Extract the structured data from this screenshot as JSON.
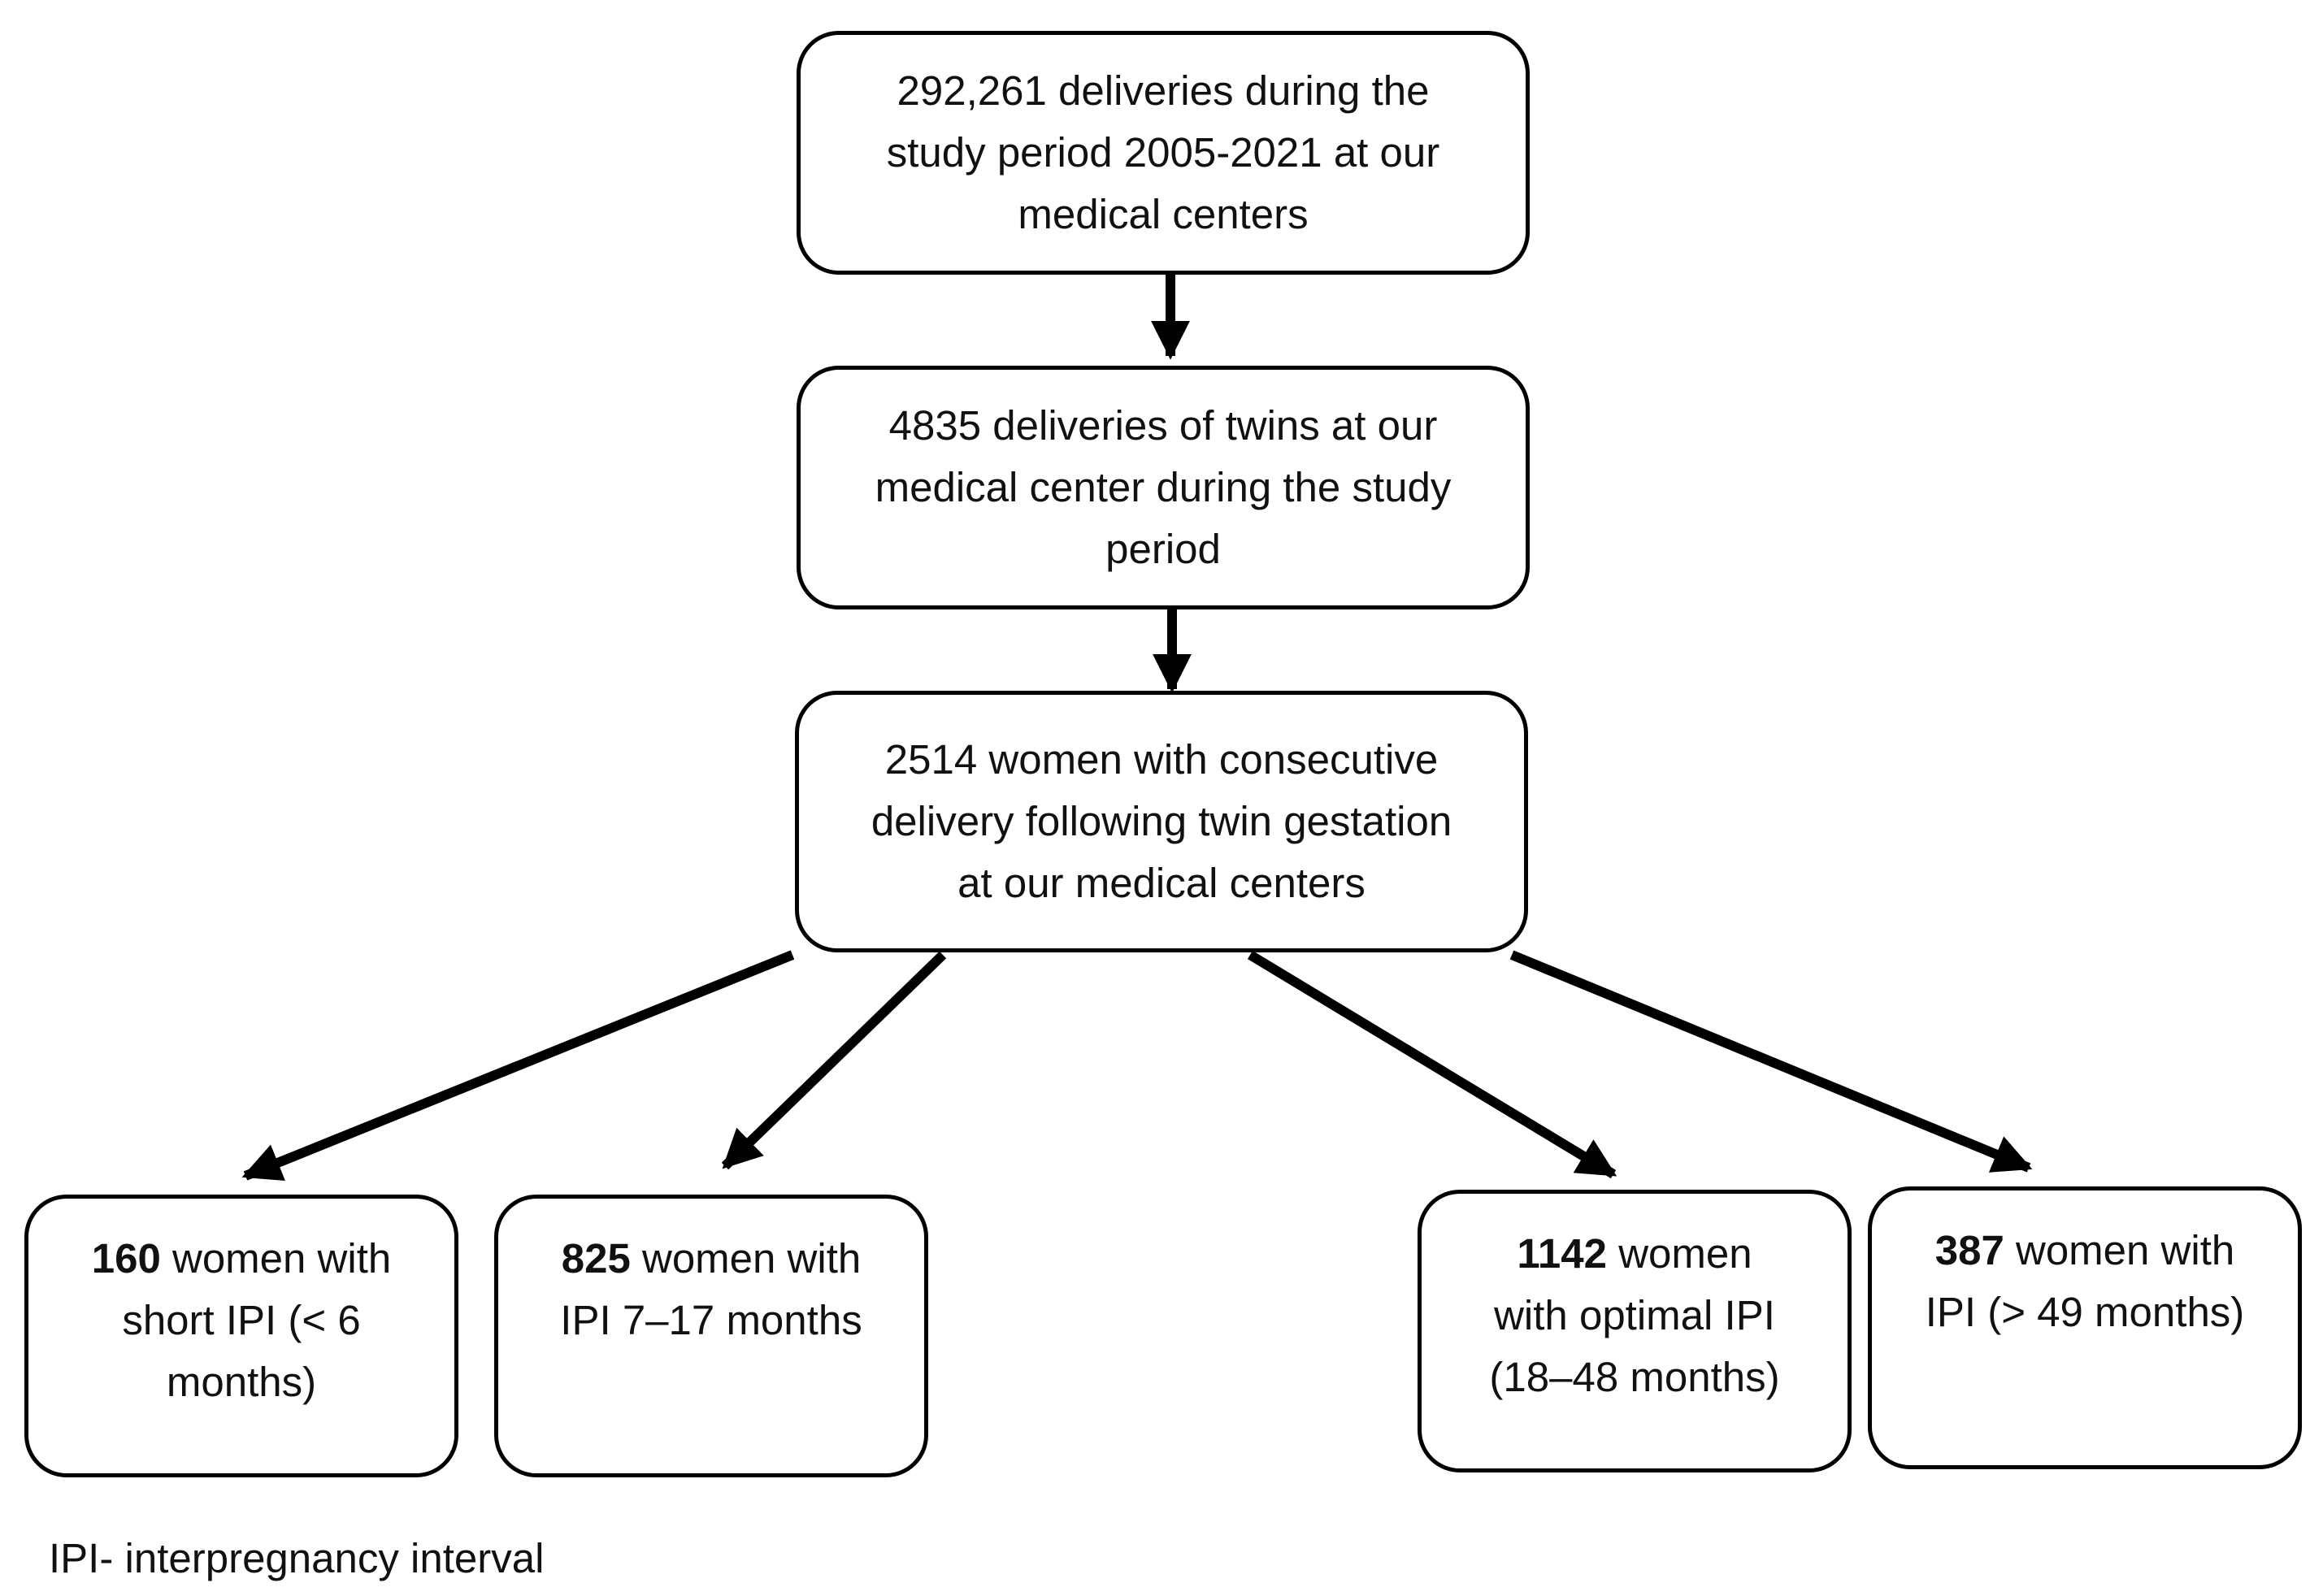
{
  "flow": {
    "total_deliveries": {
      "lines": [
        "292,261 deliveries during the",
        "study period 2005-2021 at our",
        "medical centers"
      ]
    },
    "twin_deliveries": {
      "lines": [
        "4835 deliveries of twins at our",
        "medical center during the study",
        "period"
      ]
    },
    "consecutive_deliveries": {
      "lines": [
        "2514 women with consecutive",
        "delivery following twin gestation",
        "at our medical centers"
      ]
    },
    "groups": [
      {
        "count": "160",
        "line1_rest": " women with",
        "lines": [
          "short IPI (< 6",
          "months)"
        ]
      },
      {
        "count": "825",
        "line1_rest": " women with",
        "lines": [
          "IPI 7–17 months"
        ]
      },
      {
        "count": "1142",
        "line1_rest": " women",
        "lines": [
          "with optimal IPI",
          "(18–48 months)"
        ]
      },
      {
        "count": "387",
        "line1_rest": " women with",
        "lines": [
          "IPI (> 49 months)"
        ]
      }
    ]
  },
  "footnote": "IPI- interpregnancy interval",
  "colors": {
    "border": "#000000",
    "text": "#111111",
    "background": "#ffffff"
  }
}
